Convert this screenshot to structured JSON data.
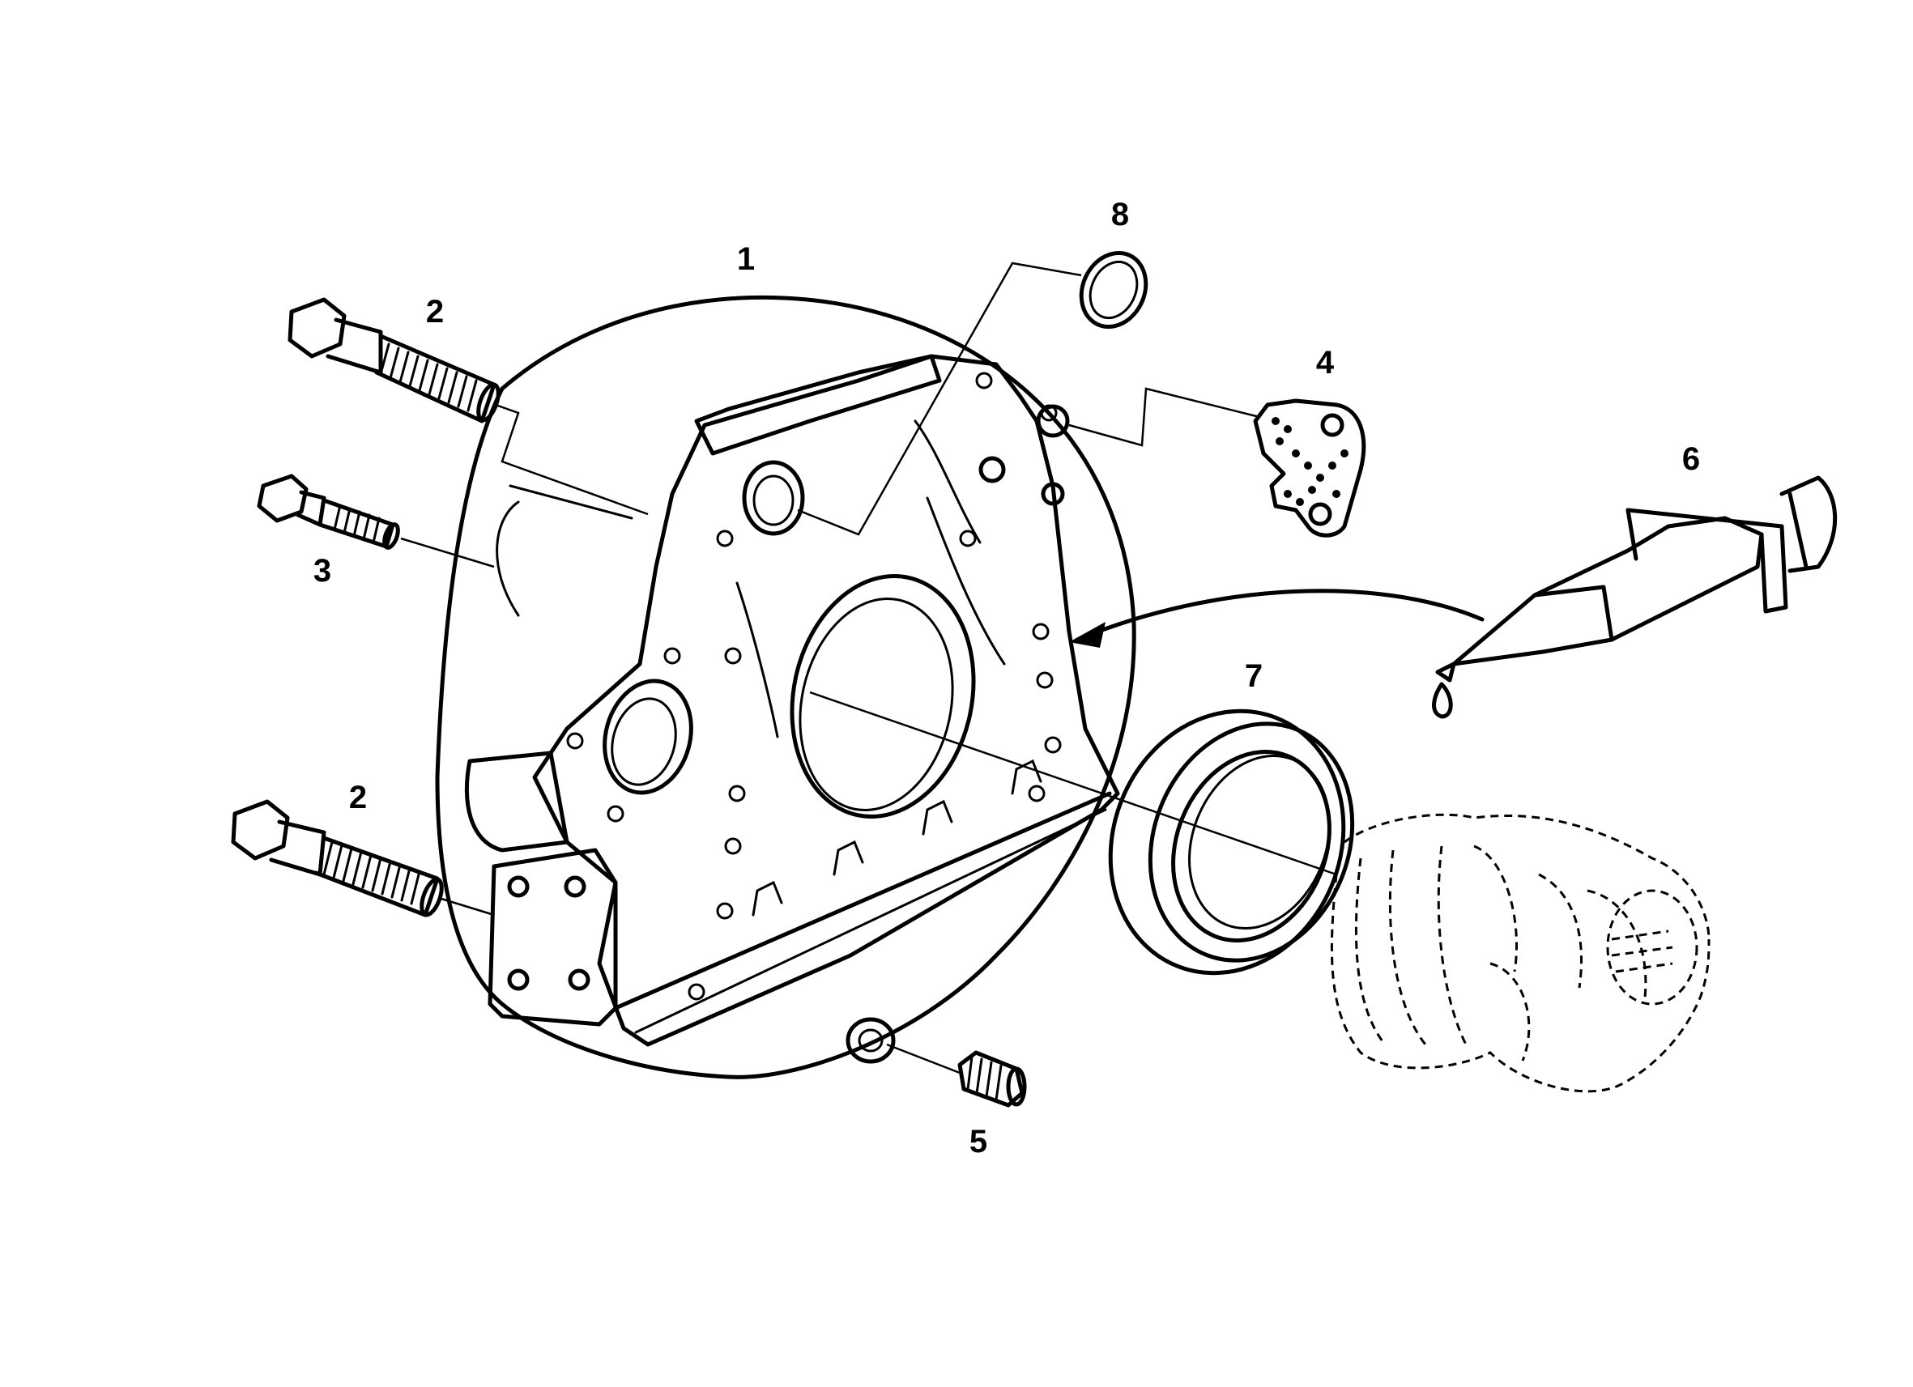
{
  "callouts": [
    {
      "id": "1",
      "label": "1"
    },
    {
      "id": "2a",
      "label": "2"
    },
    {
      "id": "2b",
      "label": "2"
    },
    {
      "id": "3",
      "label": "3"
    },
    {
      "id": "4",
      "label": "4"
    },
    {
      "id": "5",
      "label": "5"
    },
    {
      "id": "6",
      "label": "6"
    },
    {
      "id": "7",
      "label": "7"
    },
    {
      "id": "8",
      "label": "8"
    }
  ],
  "colors": {
    "ink": "#000000",
    "background": "#ffffff"
  }
}
